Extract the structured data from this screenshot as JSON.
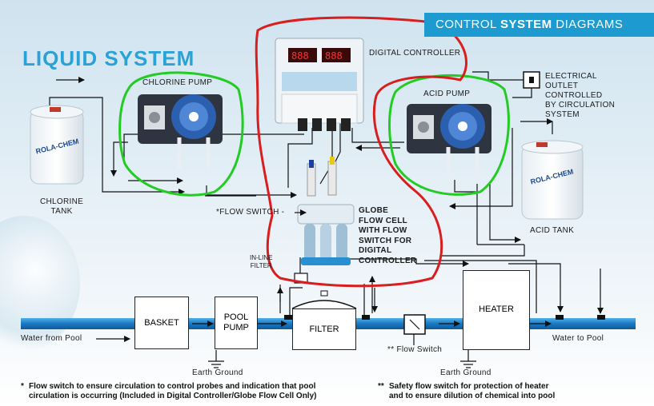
{
  "header": {
    "banner_prefix": "CONTROL ",
    "banner_bold": "SYSTEM",
    "banner_suffix": " DIAGRAMS",
    "title": "LIQUID SYSTEM"
  },
  "components": {
    "chlorine_pump": "CHLORINE PUMP",
    "chlorine_tank": "CHLORINE\nTANK",
    "tank_brand": "ROLA-CHEM",
    "digital_controller": "DIGITAL CONTROLLER",
    "acid_pump": "ACID PUMP",
    "electrical_outlet": "ELECTRICAL\nOUTLET\nCONTROLLED\nBY CIRCULATION\nSYSTEM",
    "acid_tank": "ACID TANK",
    "flow_switch_star": "*FLOW SWITCH -",
    "globe_flow_cell": "GLOBE\nFLOW CELL\nWITH FLOW\nSWITCH FOR\nDIGITAL\nCONTROLLER",
    "inline_filter": "IN-LINE\nFILTER",
    "basket": "BASKET",
    "pool_pump": "POOL\nPUMP",
    "filter": "FILTER",
    "heater": "HEATER",
    "water_from_pool": "Water from Pool",
    "water_to_pool": "Water to Pool",
    "flow_switch_double": "** Flow Switch",
    "earth_ground_1": "Earth Ground",
    "earth_ground_2": "Earth Ground"
  },
  "footnotes": {
    "note1_marker": "*",
    "note1_line1": "Flow switch to ensure circulation to control probes and indication that pool",
    "note1_line2": "circulation is occurring (Included in Digital Controller/Globe Flow Cell Only)",
    "note2_marker": "**",
    "note2_line1": "Safety flow switch for protection of heater",
    "note2_line2": "and to ensure dilution of chemical into pool"
  },
  "colors": {
    "banner": "#1d9ad0",
    "title": "#2aa2d6",
    "pipe": "#1e7fc4",
    "highlight_green": "#22cc22",
    "highlight_red": "#d81e1e",
    "pump_blue": "#2b5fb0"
  }
}
